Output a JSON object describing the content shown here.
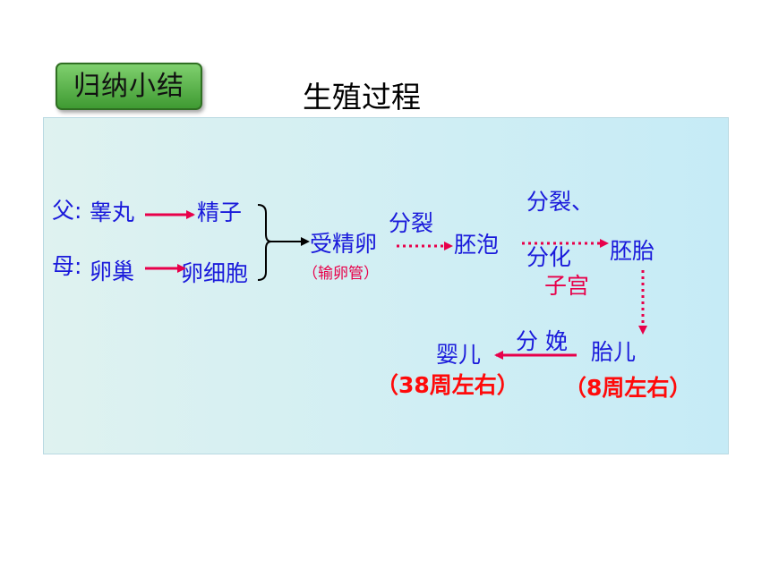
{
  "header": {
    "badge": "归纳小结",
    "title": "生殖过程"
  },
  "diagram": {
    "father_label": "父:",
    "testis": "睾丸",
    "sperm": "精子",
    "mother_label": "母:",
    "ovary": "卵巢",
    "egg": "卵细胞",
    "zygote": "受精卵",
    "oviduct": "（输卵管）",
    "division": "分裂",
    "blastocyst": "胚泡",
    "division_diff_1": "分裂、",
    "division_diff_2": "分化",
    "uterus": "子宫",
    "embryo": "胚胎",
    "fetus": "胎儿",
    "fetus_time": "（8周左右）",
    "delivery": "分 娩",
    "infant": "婴儿",
    "infant_time": "（38周左右）"
  },
  "colors": {
    "text_blue": "#1a1adb",
    "arrow_magenta": "#e8004a",
    "time_red": "#ff0a0a",
    "badge_green": "#4fae3f"
  }
}
